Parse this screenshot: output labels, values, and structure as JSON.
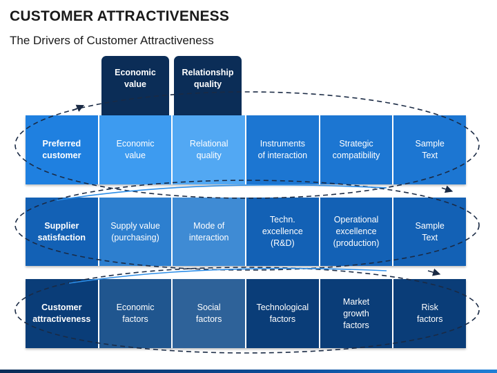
{
  "title": "CUSTOMER ATTRACTIVENESS",
  "subtitle": "The Drivers of Customer Attractiveness",
  "tabs": [
    {
      "line1": "Economic",
      "line2": "value"
    },
    {
      "line1": "Relationship",
      "line2": "quality"
    }
  ],
  "rows": [
    {
      "cells": [
        {
          "lines": [
            "Preferred",
            "customer"
          ]
        },
        {
          "lines": [
            "Economic",
            "value"
          ]
        },
        {
          "lines": [
            "Relational",
            "quality"
          ]
        },
        {
          "lines": [
            "Instruments",
            "of interaction"
          ]
        },
        {
          "lines": [
            "Strategic",
            "compatibility"
          ]
        },
        {
          "lines": [
            "Sample",
            "Text"
          ]
        }
      ]
    },
    {
      "cells": [
        {
          "lines": [
            "Supplier",
            "satisfaction"
          ]
        },
        {
          "lines": [
            "Supply value",
            "(purchasing)"
          ]
        },
        {
          "lines": [
            "Mode of",
            "interaction"
          ]
        },
        {
          "lines": [
            "Techn.",
            "excellence",
            "(R&D)"
          ]
        },
        {
          "lines": [
            "Operational",
            "excellence",
            "(production)"
          ]
        },
        {
          "lines": [
            "Sample",
            "Text"
          ]
        }
      ]
    },
    {
      "cells": [
        {
          "lines": [
            "Customer",
            "attractiveness"
          ]
        },
        {
          "lines": [
            "Economic",
            "factors"
          ]
        },
        {
          "lines": [
            "Social",
            "factors"
          ]
        },
        {
          "lines": [
            "Technological",
            "factors"
          ]
        },
        {
          "lines": [
            "Market",
            "growth",
            "factors"
          ]
        },
        {
          "lines": [
            "Risk",
            "factors"
          ]
        }
      ]
    }
  ],
  "colors": {
    "tab": "#0b2d57",
    "row1": [
      "#1f80e0",
      "#3d9bf0",
      "#52a8f3",
      "#1c76d2",
      "#1c76d2",
      "#1c76d2"
    ],
    "row2": [
      "#1361b5",
      "#2d7fcf",
      "#3f8bd4",
      "#1361b5",
      "#1361b5",
      "#1361b5"
    ],
    "row3": [
      "#0a3d78",
      "#20568f",
      "#2e6299",
      "#0a3d78",
      "#0a3d78",
      "#0a3d78"
    ],
    "ellipse": "#1a2a44",
    "arc": "#2d8ee8"
  }
}
